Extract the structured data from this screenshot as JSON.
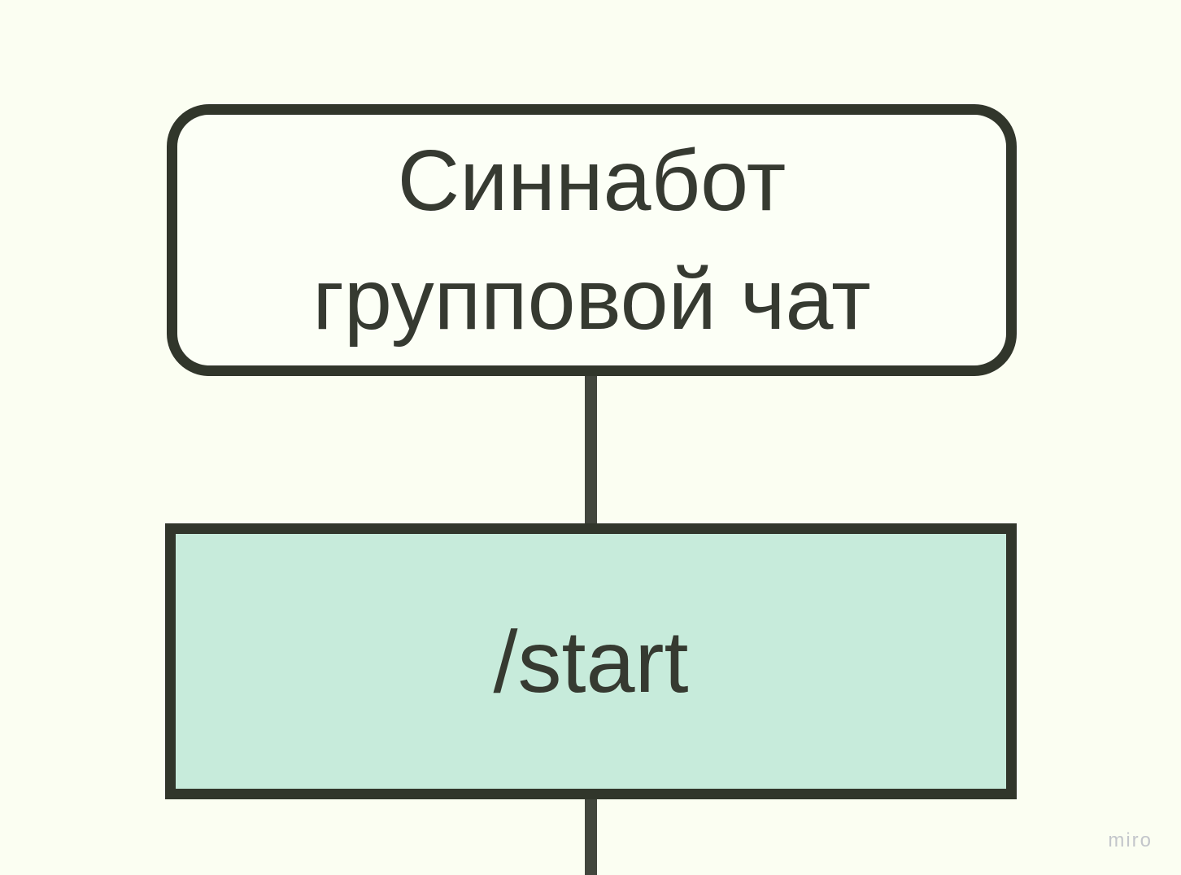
{
  "board": {
    "background_color": "#fbfef2"
  },
  "diagram": {
    "text_color": "#363a31",
    "stroke_color": "#31362b",
    "connector_color": "#42463d",
    "nodes": [
      {
        "id": "chat-node",
        "shape": "rounded-rectangle",
        "fill": "#fcfff6",
        "border_color": "#31362b",
        "lines": [
          "Синнабот",
          "групповой чат"
        ]
      },
      {
        "id": "start-node",
        "shape": "rectangle",
        "fill": "#c7ebdb",
        "border_color": "#31362b",
        "lines": [
          "/start"
        ]
      }
    ],
    "connectors": [
      {
        "from": "chat-node",
        "to": "start-node",
        "color": "#42463d"
      },
      {
        "from": "start-node",
        "to": "offscreen-below",
        "color": "#42463d"
      }
    ]
  },
  "watermark": {
    "label": "miro",
    "color": "#c3c6cb"
  }
}
